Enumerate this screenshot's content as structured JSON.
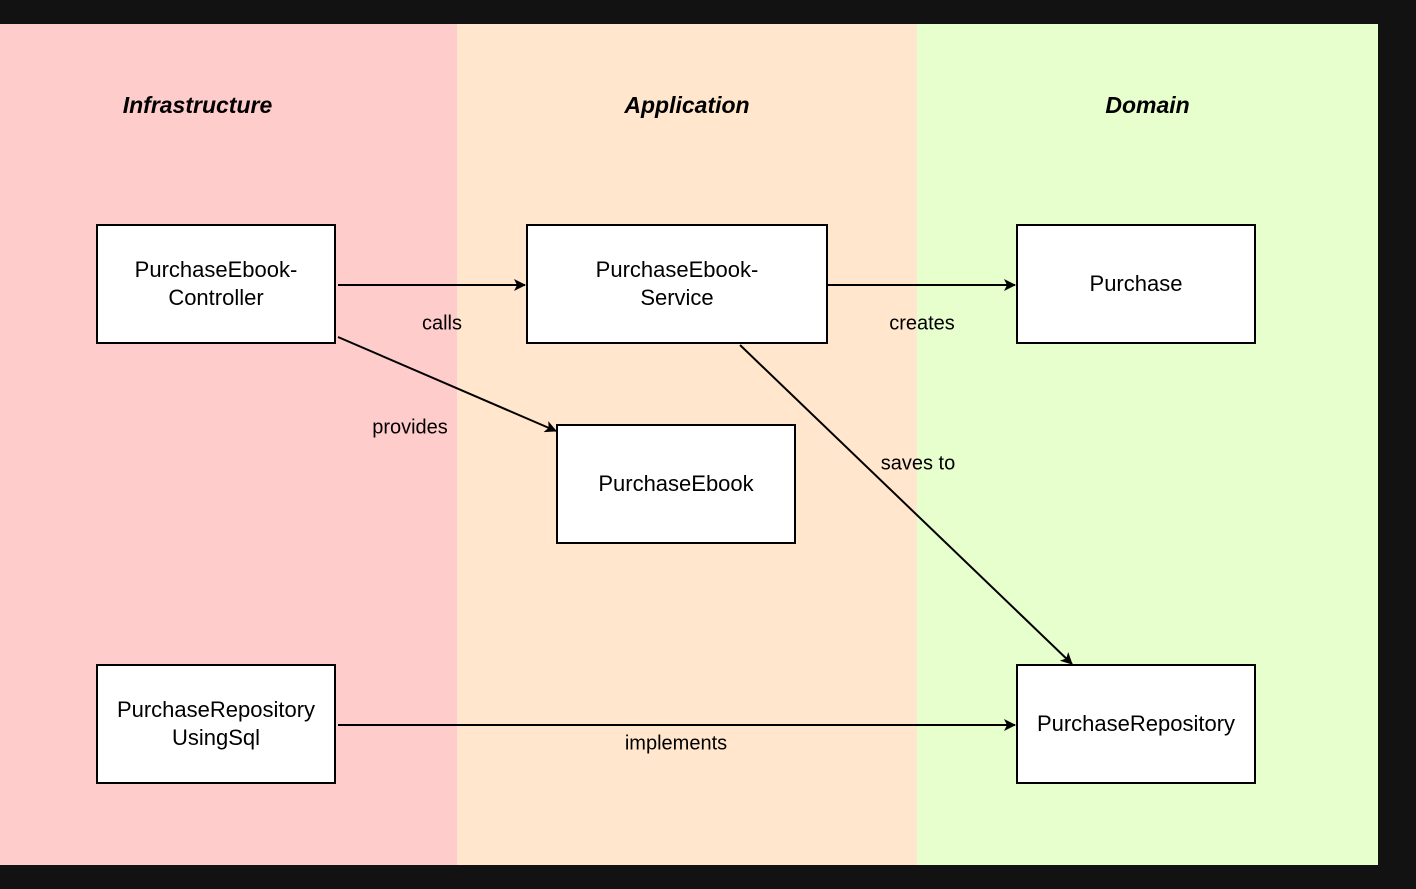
{
  "colors": {
    "background": "#121212",
    "infrastructure": "#ffcccc",
    "application": "#ffe6cc",
    "domain": "#e6ffcc",
    "box_fill": "#ffffff",
    "stroke": "#000000"
  },
  "lanes": [
    {
      "id": "infrastructure",
      "title": "Infrastructure"
    },
    {
      "id": "application",
      "title": "Application"
    },
    {
      "id": "domain",
      "title": "Domain"
    }
  ],
  "nodes": {
    "controller": "PurchaseEbook-\nController",
    "service": "PurchaseEbook-\nService",
    "purchase": "Purchase",
    "dto": "PurchaseEbook",
    "repo_sql": "PurchaseRepository\nUsingSql",
    "repo": "PurchaseRepository"
  },
  "edges": {
    "calls": "calls",
    "creates": "creates",
    "provides": "provides",
    "saves_to": "saves to",
    "implements": "implements"
  }
}
